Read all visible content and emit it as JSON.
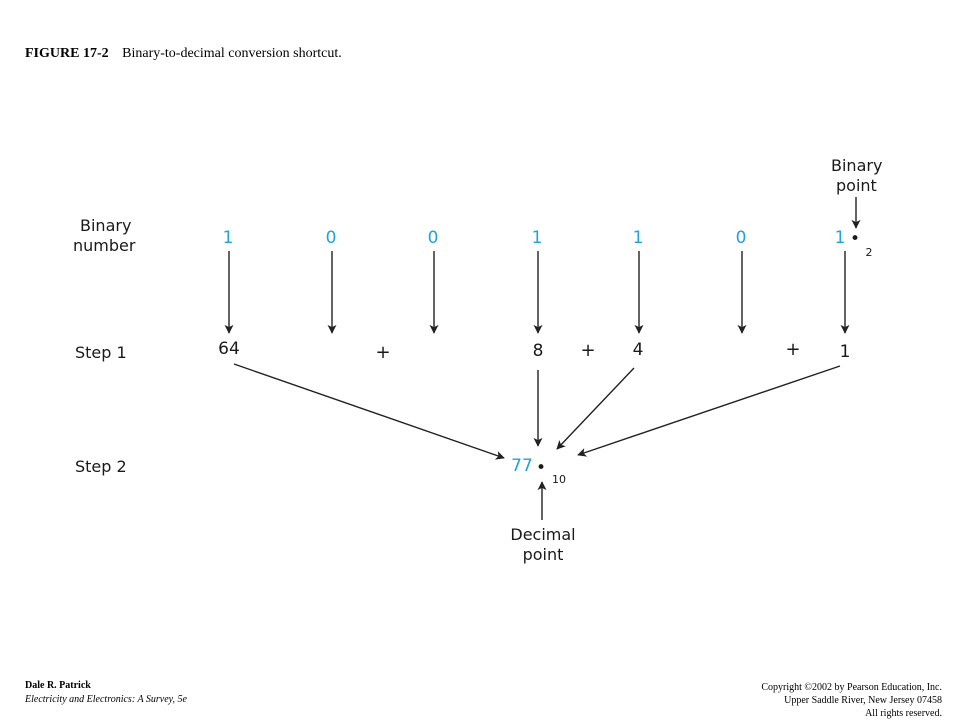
{
  "caption": {
    "figure_number": "FIGURE 17-2",
    "title": "Binary-to-decimal conversion shortcut."
  },
  "labels": {
    "binary_number_line1": "Binary",
    "binary_number_line2": "number",
    "step1": "Step 1",
    "step2": "Step 2",
    "binary_point_line1": "Binary",
    "binary_point_line2": "point",
    "decimal_point_line1": "Decimal",
    "decimal_point_line2": "point"
  },
  "binary_digits": [
    "1",
    "0",
    "0",
    "1",
    "1",
    "0",
    "1"
  ],
  "binary_base": "2",
  "step1_values": [
    "64",
    "8",
    "4",
    "1"
  ],
  "plus_sign": "+",
  "result": {
    "value": "77",
    "base": "10"
  },
  "point_glyph": "•",
  "footer": {
    "author": "Dale R. Patrick",
    "book": "Electricity and Electronics: A Survey, 5e",
    "copyright_line1": "Copyright ©2002 by Pearson Education, Inc.",
    "copyright_line2": "Upper Saddle River, New Jersey 07458",
    "copyright_line3": "All rights reserved."
  },
  "colors": {
    "digits": "#1fa3dc",
    "text": "#1a1a1a"
  }
}
